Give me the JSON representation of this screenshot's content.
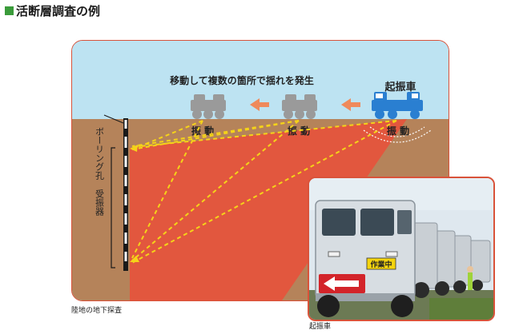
{
  "title": "活断層調査の例",
  "diagram": {
    "move_caption": "移動して複数の箇所で揺れを発生",
    "truck_label": "起振車",
    "vibration_labels": [
      "振 動",
      "振 動",
      "振 動"
    ],
    "borehole_label": "ボーリング孔",
    "receiver_label": "受振器"
  },
  "photo": {
    "sign_text": "作業中"
  },
  "captions": {
    "left": "陸地の地下探査",
    "right": "起振車"
  },
  "colors": {
    "sky": "#bde3f2",
    "ground": "#b5835a",
    "wave_zone": "#e2573e",
    "ray": "#f5d319",
    "arrow": "#ef8a5c",
    "truck": "#2a7fd1",
    "truck_ghost": "#9a9a9a",
    "frame": "#d9533a"
  }
}
